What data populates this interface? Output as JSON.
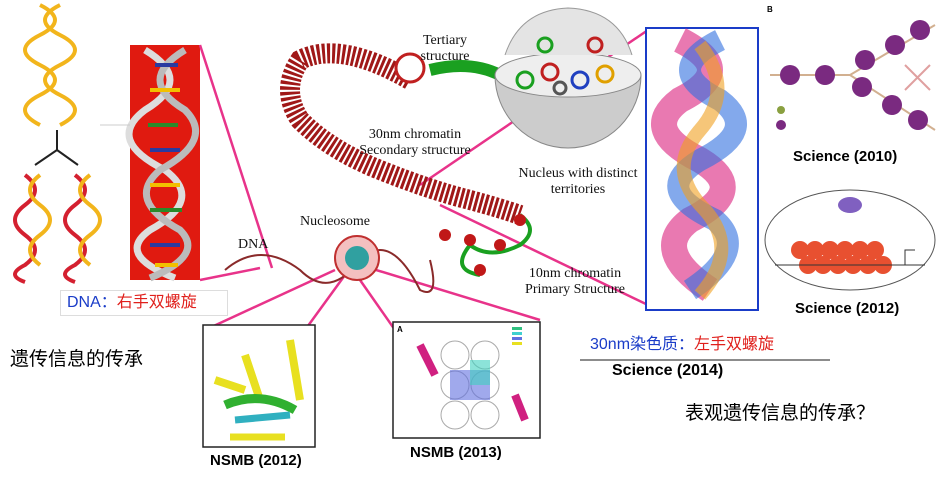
{
  "labels": {
    "tertiary": "Tertiary structure",
    "secondary": "30nm chromatin Secondary structure",
    "nucleus": "Nucleus with distinct territories",
    "nucleosome": "Nucleosome",
    "dna": "DNA",
    "primary": "10nm chromatin Primary Structure"
  },
  "dna_caption": {
    "prefix": "DNA：",
    "text": "右手双螺旋"
  },
  "heritage_left": "遗传信息的传承",
  "chromatin_caption": {
    "prefix": "30nm染色质：",
    "text": "左手双螺旋"
  },
  "heritage_right": "表观遗传信息的传承？",
  "citations": {
    "science_2010": "Science (2010)",
    "science_2012": "Science (2012)",
    "science_2014": "Science (2014)",
    "nsmb_2012": "NSMB (2012)",
    "nsmb_2013": "NSMB (2013)"
  },
  "panel_letters": {
    "science_2010": "B",
    "nsmb_2013": "A"
  },
  "colors": {
    "blue": "#1a3cc8",
    "red": "#e0201c",
    "magenta": "#e8338a"
  }
}
